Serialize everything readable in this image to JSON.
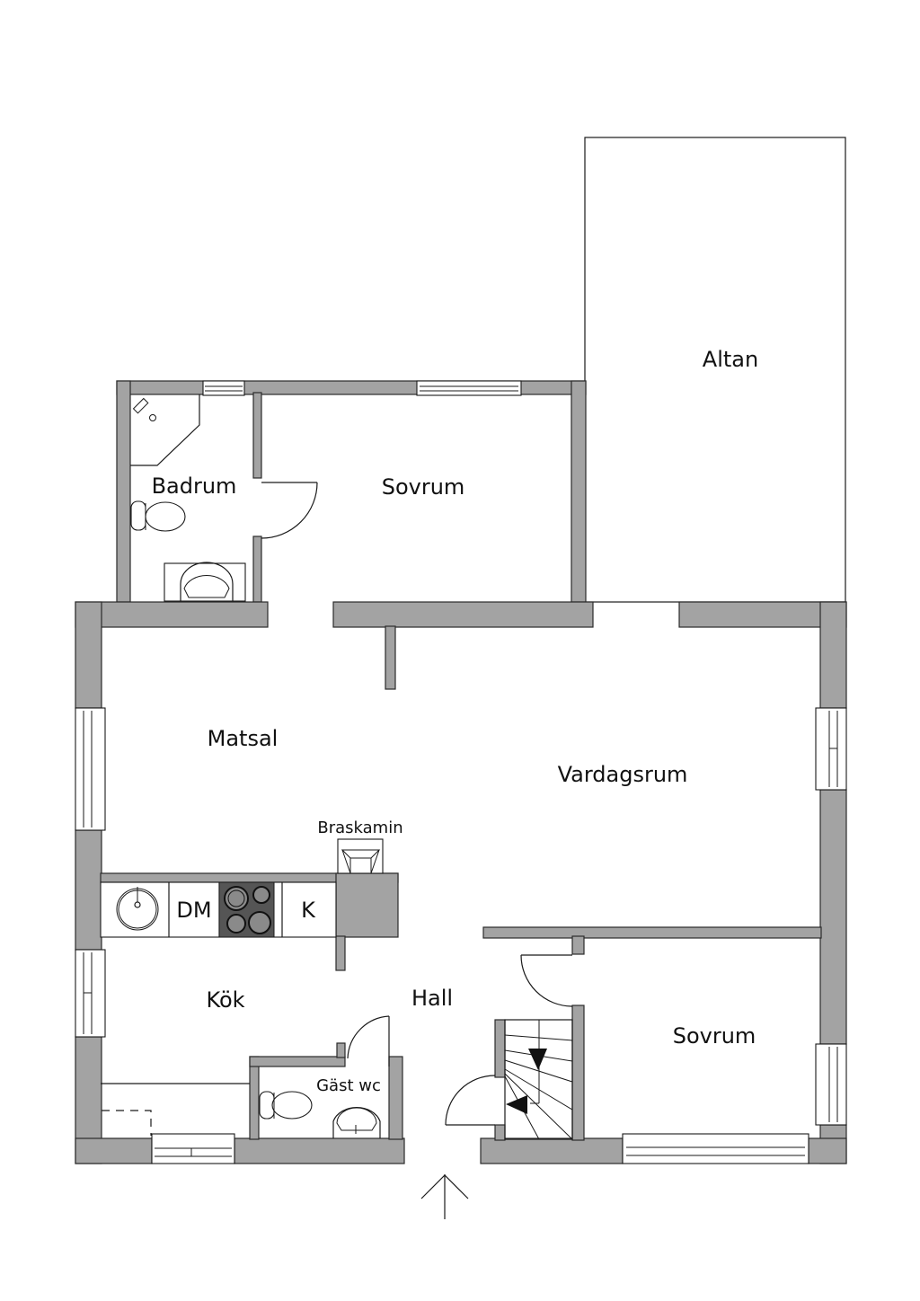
{
  "floor_plan": {
    "rooms": [
      {
        "id": "altan",
        "label": "Altan"
      },
      {
        "id": "badrum",
        "label": "Badrum"
      },
      {
        "id": "sovrum_upper",
        "label": "Sovrum"
      },
      {
        "id": "matsal",
        "label": "Matsal"
      },
      {
        "id": "vardagsrum",
        "label": "Vardagsrum"
      },
      {
        "id": "kok",
        "label": "Kök"
      },
      {
        "id": "hall",
        "label": "Hall"
      },
      {
        "id": "gast_wc",
        "label": "Gäst wc"
      },
      {
        "id": "sovrum_lower",
        "label": "Sovrum"
      }
    ],
    "fixtures": {
      "braskamin": "Braskamin",
      "dishwasher": "DM",
      "fridge": "K"
    },
    "icons": {
      "entrance": "entrance-arrow-icon",
      "stairs": "stairs-icon",
      "stove": "stove-icon",
      "sink": "sink-icon",
      "toilet": "toilet-icon",
      "shower": "shower-icon",
      "fireplace": "fireplace-icon"
    },
    "colors": {
      "wall": "#a3a3a3",
      "stroke": "#1a1a1a",
      "stove": "#555555",
      "background": "#ffffff"
    }
  }
}
